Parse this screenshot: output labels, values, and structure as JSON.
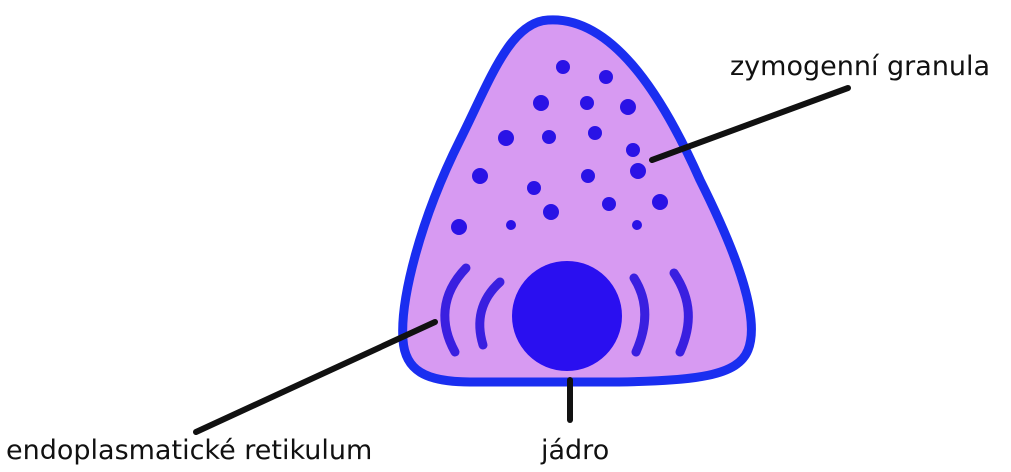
{
  "labels": {
    "zymogen_granules": "zymogenní granula",
    "endoplasmic_reticulum": "endoplasmatické retikulum",
    "nucleus": "jádro"
  },
  "colors": {
    "cell_fill": "#d79af2",
    "cell_outline": "#1a2ef0",
    "nucleus": "#2a0ff0",
    "granules": "#2a12e6",
    "reticulum": "#3a1fe0",
    "leader_lines": "#111111"
  }
}
